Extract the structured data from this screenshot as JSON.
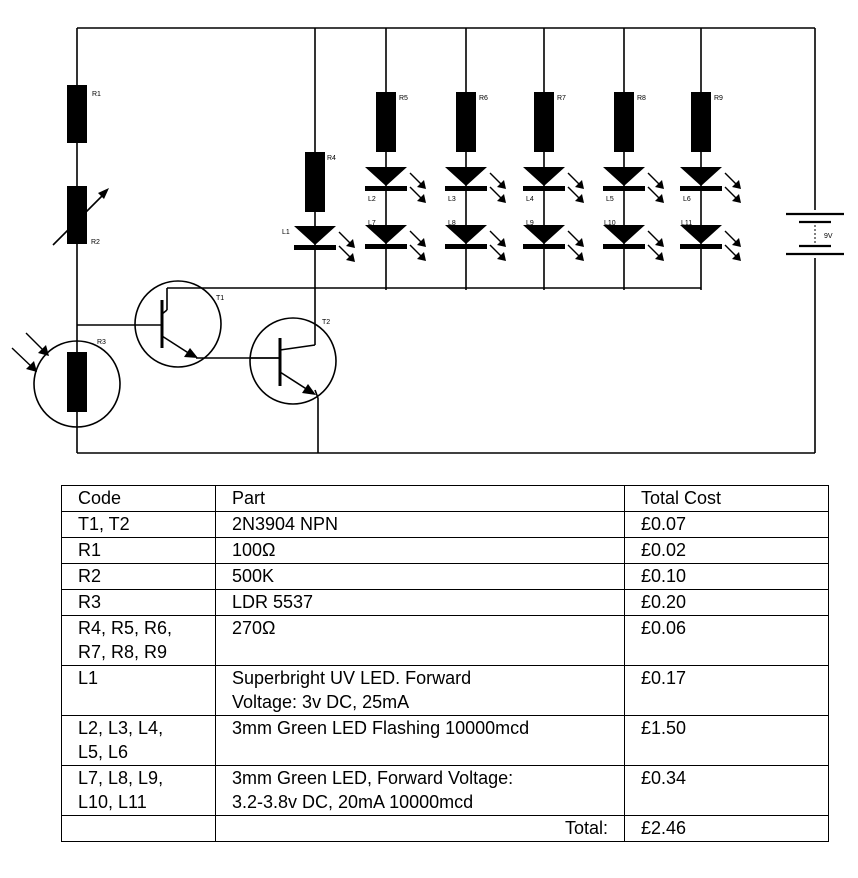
{
  "schematic": {
    "labels": {
      "r1": "R1",
      "r2": "R2",
      "r3": "R3",
      "r4": "R4",
      "r5": "R5",
      "r6": "R6",
      "r7": "R7",
      "r8": "R8",
      "r9": "R9",
      "t1": "T1",
      "t2": "T2",
      "l1": "L1",
      "l2": "L2",
      "l3": "L3",
      "l4": "L4",
      "l5": "L5",
      "l6": "L6",
      "l7": "L7",
      "l8": "L8",
      "l9": "L9",
      "l10": "L10",
      "l11": "L11",
      "battery": "9V"
    },
    "colors": {
      "stroke": "#000000",
      "background": "#ffffff"
    }
  },
  "bom": {
    "headers": {
      "code": "Code",
      "part": "Part",
      "cost": "Total Cost"
    },
    "rows": [
      {
        "code": [
          "T1, T2"
        ],
        "part": [
          "2N3904 NPN"
        ],
        "cost": "£0.07"
      },
      {
        "code": [
          "R1"
        ],
        "part": [
          "100Ω"
        ],
        "cost": "£0.02"
      },
      {
        "code": [
          "R2"
        ],
        "part": [
          "500K"
        ],
        "cost": "£0.10"
      },
      {
        "code": [
          "R3"
        ],
        "part": [
          "LDR 5537"
        ],
        "cost": "£0.20"
      },
      {
        "code": [
          "R4, R5, R6,",
          "R7, R8, R9"
        ],
        "part": [
          "270Ω"
        ],
        "cost": "£0.06"
      },
      {
        "code": [
          "L1"
        ],
        "part": [
          "Superbright UV LED. Forward",
          "Voltage: 3v DC, 25mA"
        ],
        "cost": "£0.17"
      },
      {
        "code": [
          "L2, L3, L4,",
          "L5, L6"
        ],
        "part": [
          "3mm Green LED Flashing 10000mcd"
        ],
        "cost": "£1.50"
      },
      {
        "code": [
          "L7, L8, L9,",
          "L10, L11"
        ],
        "part": [
          "3mm Green LED, Forward Voltage:",
          "3.2-3.8v DC, 20mA 10000mcd"
        ],
        "cost": "£0.34"
      }
    ],
    "total_label": "Total:",
    "total_value": "£2.46"
  }
}
